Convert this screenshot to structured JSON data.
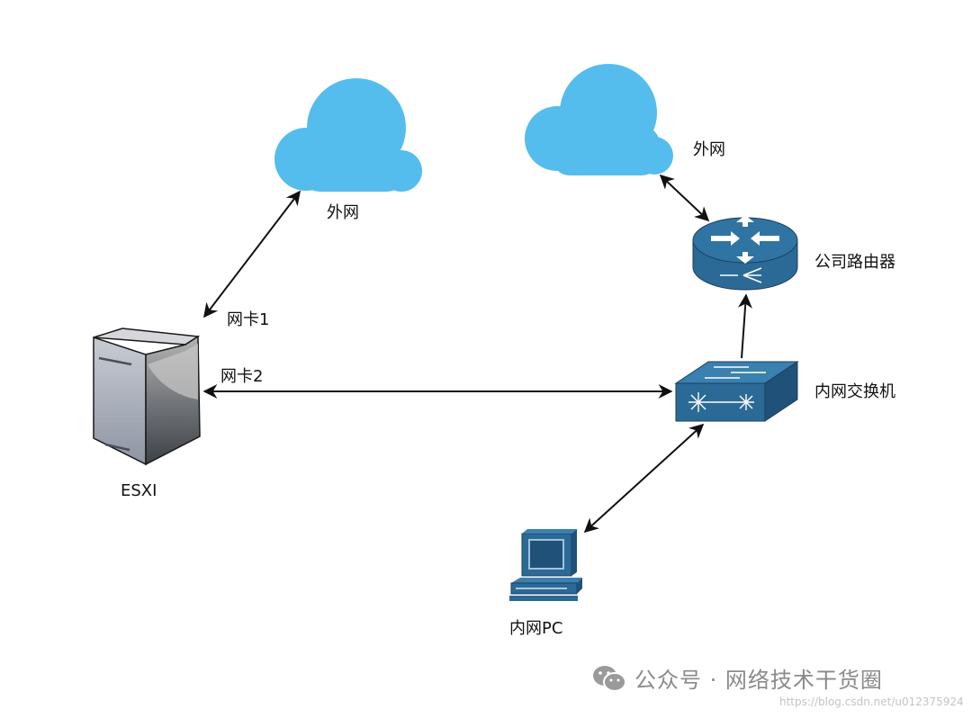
{
  "nodes": {
    "cloud_left": {
      "label": "外网"
    },
    "cloud_right": {
      "label": "外网"
    },
    "router": {
      "label": "公司路由器"
    },
    "switch": {
      "label": "内网交换机"
    },
    "esxi": {
      "label": "ESXI"
    },
    "pc": {
      "label": "内网PC"
    }
  },
  "edges": {
    "nic1": {
      "label": "网卡1"
    },
    "nic2": {
      "label": "网卡2"
    }
  },
  "watermark": {
    "text": "公众号 · 网络技术干货圈",
    "url": "https://blog.csdn.net/u012375924",
    "icon": "wechat-icon"
  },
  "colors": {
    "cloud": "#55bcee",
    "device": "#2b6a96",
    "device_dark": "#1f5179",
    "arrow": "#111111"
  }
}
